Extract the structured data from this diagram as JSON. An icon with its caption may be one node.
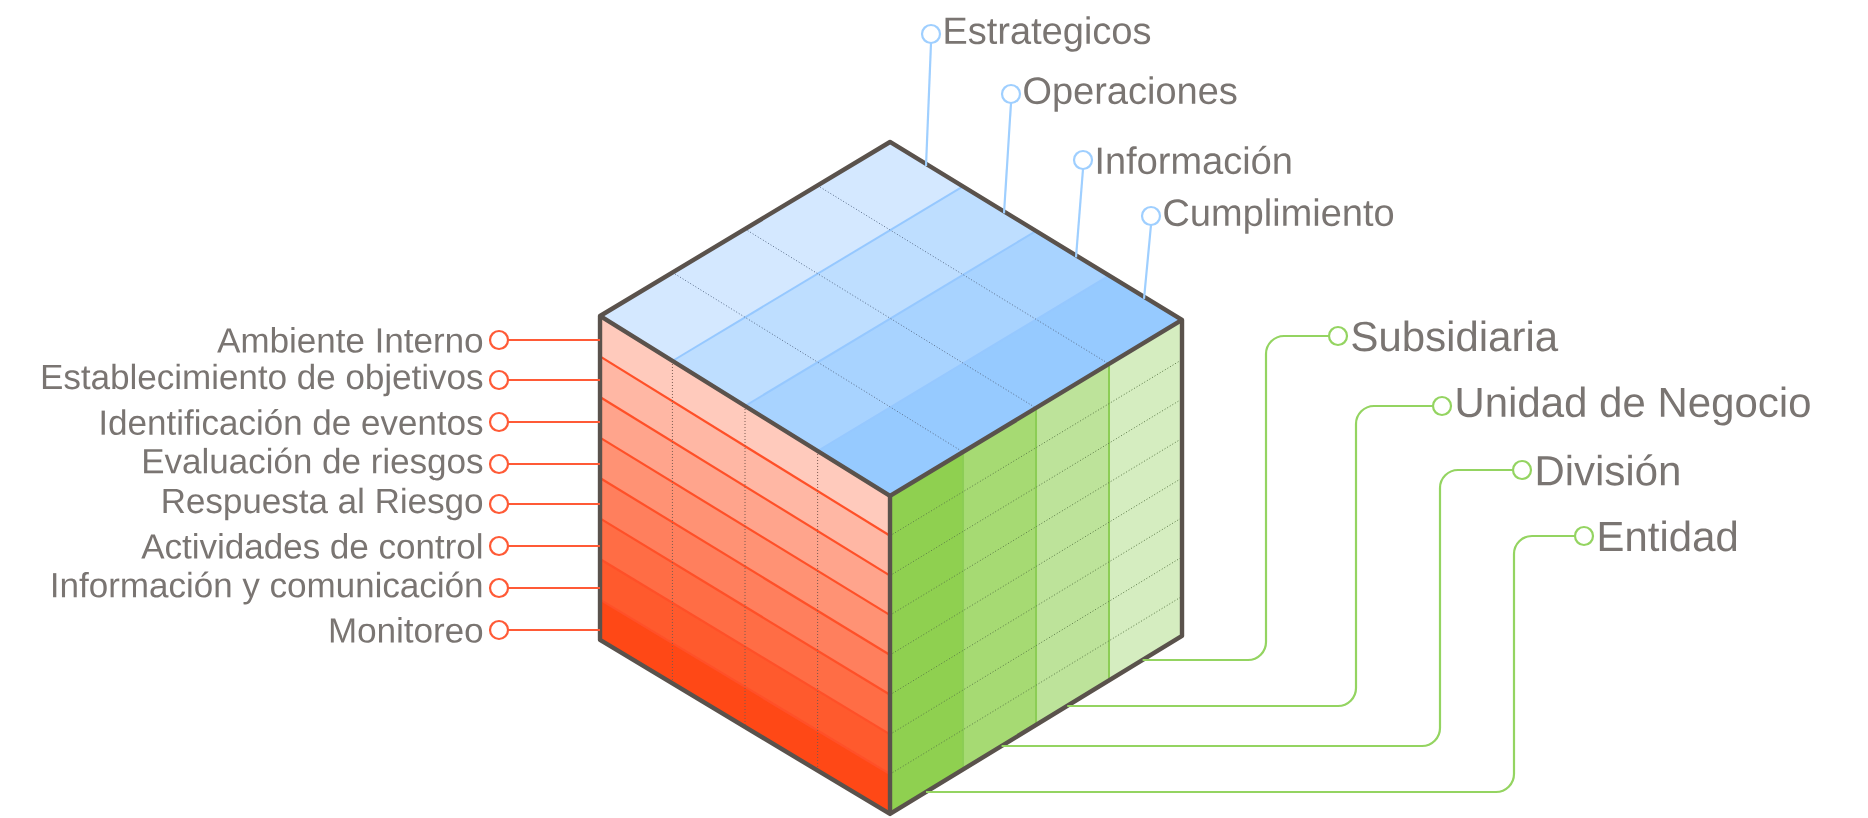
{
  "diagram": {
    "nodes": [
      {
        "text": [
          "Estrategicos"
        ]
      },
      {
        "text": [
          "Operaciones"
        ]
      },
      {
        "text": [
          "Información"
        ]
      },
      {
        "text": [
          "Cumplimiento"
        ]
      },
      {
        "text": [
          "Ambiente Interno"
        ]
      },
      {
        "text": [
          "Establecimiento de objetivos"
        ]
      },
      {
        "text": [
          "Identificación de eventos"
        ]
      },
      {
        "text": [
          "Evaluación de riesgos"
        ]
      },
      {
        "text": [
          "Respuesta al Riesgo"
        ]
      },
      {
        "text": [
          "Actividades de control"
        ]
      },
      {
        "text": [
          "Información y comunicación"
        ]
      },
      {
        "text": [
          "Monitoreo"
        ]
      },
      {
        "text": [
          "Subsidiaria"
        ]
      },
      {
        "text": [
          "Unidad de Negocio"
        ]
      },
      {
        "text": [
          "División"
        ]
      },
      {
        "text": [
          "Entidad"
        ]
      }
    ],
    "edges": [
      {
        "from": 0,
        "to": null,
        "arrow": "other",
        "color": "#9fcfff"
      },
      {
        "from": 1,
        "to": null,
        "arrow": "other",
        "color": "#9fcfff"
      },
      {
        "from": 2,
        "to": null,
        "arrow": "other",
        "color": "#9fcfff"
      },
      {
        "from": 3,
        "to": null,
        "arrow": "other",
        "color": "#9fcfff"
      },
      {
        "from": 4,
        "to": null,
        "arrow": "other",
        "color": "#ff5a36"
      },
      {
        "from": 5,
        "to": null,
        "arrow": "other",
        "color": "#ff5a36"
      },
      {
        "from": 6,
        "to": null,
        "arrow": "other",
        "color": "#ff5a36"
      },
      {
        "from": 7,
        "to": null,
        "arrow": "other",
        "color": "#ff5a36"
      },
      {
        "from": 8,
        "to": null,
        "arrow": "other",
        "color": "#ff5a36"
      },
      {
        "from": 9,
        "to": null,
        "arrow": "other",
        "color": "#ff5a36"
      },
      {
        "from": 10,
        "to": null,
        "arrow": "other",
        "color": "#ff5a36"
      },
      {
        "from": 11,
        "to": null,
        "arrow": "other",
        "color": "#ff5a36"
      },
      {
        "from": 12,
        "to": null,
        "arrow": "other",
        "color": "#94d461"
      },
      {
        "from": 13,
        "to": null,
        "arrow": "other",
        "color": "#94d461"
      },
      {
        "from": 14,
        "to": null,
        "arrow": "other",
        "color": "#94d461"
      },
      {
        "from": 15,
        "to": null,
        "arrow": "other",
        "color": "#94d461"
      }
    ]
  }
}
